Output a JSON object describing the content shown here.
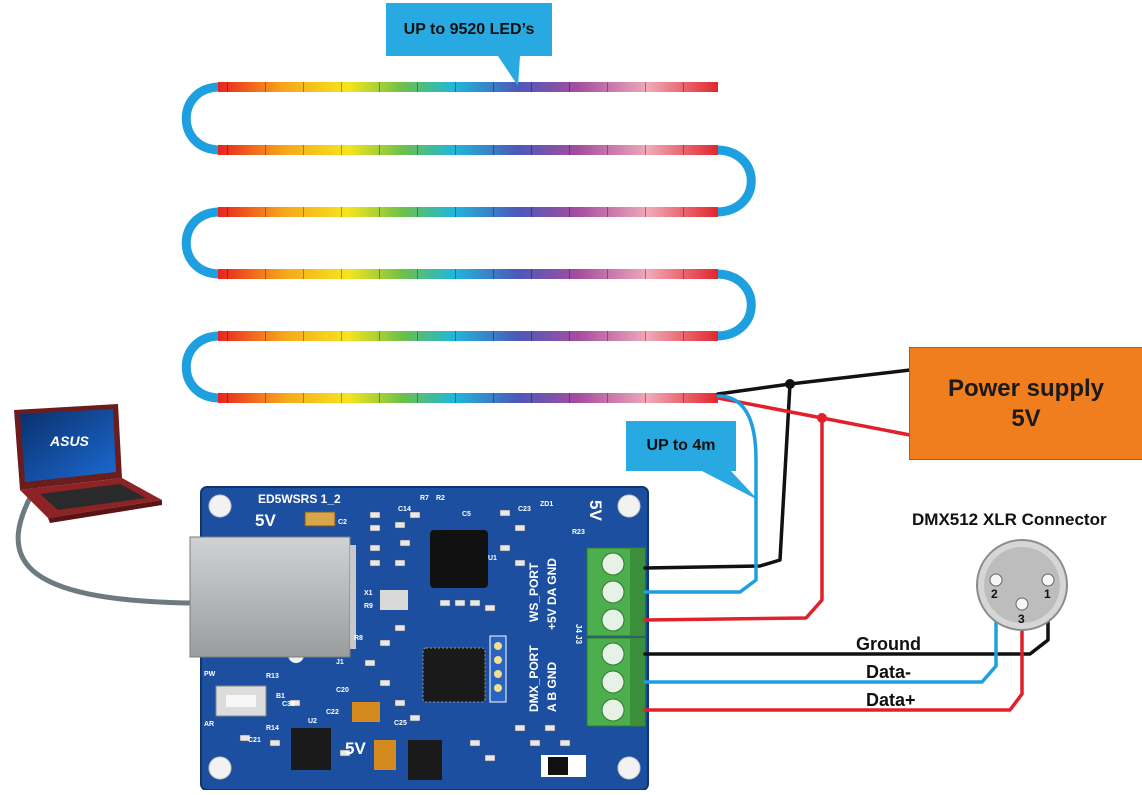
{
  "callouts": {
    "leds": "UP to 9520 LED’s",
    "length": "UP to 4m"
  },
  "power_supply": {
    "line1": "Power supply",
    "line2": "5V"
  },
  "xlr": {
    "title": "DMX512 XLR Connector",
    "pins": [
      "2",
      "3",
      "1"
    ]
  },
  "wires": {
    "ground": "Ground",
    "data_minus": "Data-",
    "data_plus": "Data+"
  },
  "board": {
    "name": "ED5WSRS 1_2",
    "voltage_top": "5V",
    "voltage_right": "5V",
    "voltage_bottom": "5V",
    "ws_port": "WS_PORT",
    "ws_pins": "+5V DA GND",
    "dmx_port": "DMX_PORT",
    "dmx_pins": "A B GND",
    "j4j3": "J4 J3",
    "j1": "J1",
    "pw": "PW",
    "ar": "AR",
    "b1": "B1",
    "u2": "U2",
    "u1": "U1",
    "r13": "R13",
    "r14": "R14",
    "c21": "C21",
    "c22": "C22",
    "c20": "C20",
    "c38": "C38",
    "c25": "C25",
    "r7": "R7",
    "r2": "R2",
    "c5": "C5",
    "c14": "C14",
    "c2": "C2",
    "zd1": "ZD1",
    "c23": "C23",
    "r23": "R23",
    "x1": "X1",
    "r9": "R9",
    "r8": "R8"
  },
  "colors": {
    "cable_blue": "#1e9fe0",
    "wire_black": "#111111",
    "wire_red": "#e0202a",
    "pcb_blue": "#1d4fa0",
    "psu_orange": "#f07e1f",
    "terminal_green": "#4cae4c"
  }
}
